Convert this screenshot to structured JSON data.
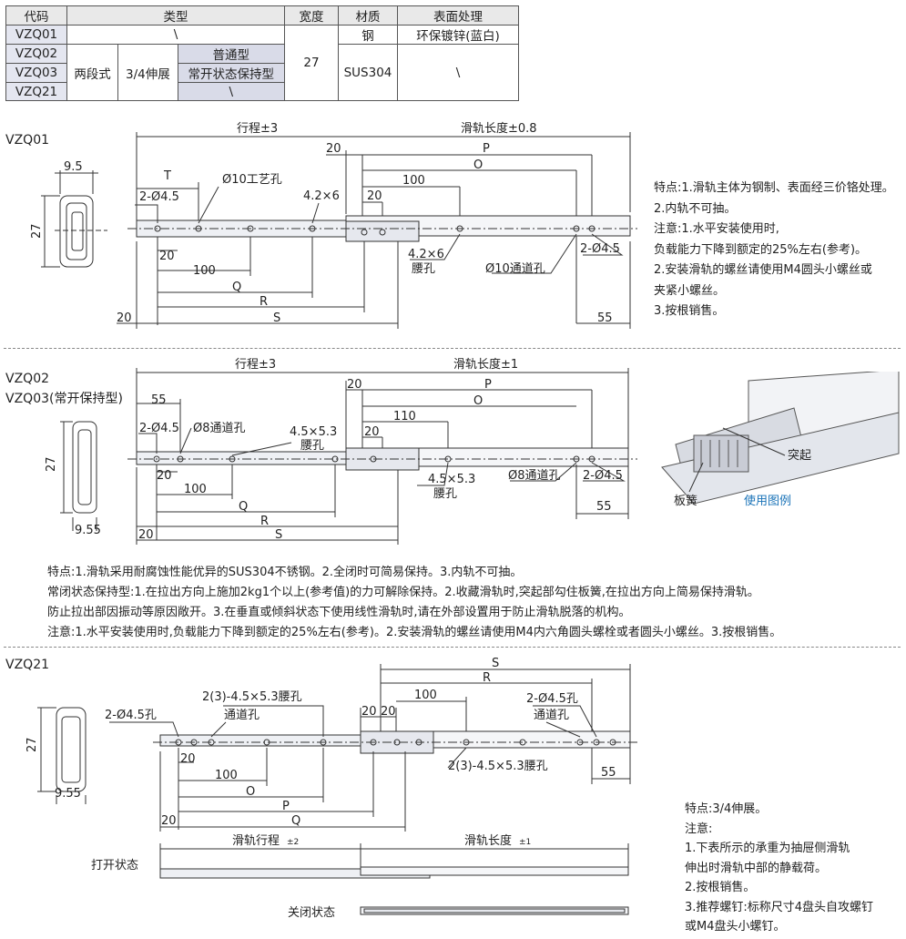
{
  "table": {
    "headers": [
      "代码",
      "类型",
      "宽度",
      "材质",
      "表面处理"
    ],
    "codes": [
      "VZQ01",
      "VZQ02",
      "VZQ03",
      "VZQ21"
    ],
    "type_col1": "两段式",
    "type_col2": "3/4伸展",
    "type_vzq02": "普通型",
    "type_vzq03": "常开状态保持型",
    "slash": "\\",
    "width": "27",
    "material_vzq01": "钢",
    "material_rest": "SUS304",
    "finish_vzq01": "环保镀锌(蓝白)"
  },
  "s1": {
    "title": "VZQ01",
    "stroke": "行程±3",
    "length": "滑轨长度±0.8",
    "d95": "9.5",
    "d27": "27",
    "dT": "T",
    "hole2": "2-Ø4.5",
    "hole10": "Ø10工艺孔",
    "slot": "4.2×6",
    "d20": "20",
    "d100": "100",
    "dQ": "Q",
    "dR": "R",
    "dS": "S",
    "dP": "P",
    "dO": "O",
    "d55": "55",
    "slot_label": "4.2×6",
    "slot_word": "腰孔",
    "pass10": "Ø10通道孔",
    "hole2r": "2-Ø4.5",
    "notes": [
      "特点:1.滑轨主体为钢制、表面经三价铬处理。",
      "2.内轨不可抽。",
      "注意:1.水平安装使用时,",
      "负载能力下降到额定的25%左右(参考)。",
      "2.安装滑轨的螺丝请使用M4圆头小螺丝或",
      "夹紧小螺丝。",
      "3.按根销售。"
    ]
  },
  "s2": {
    "title1": "VZQ02",
    "title2": "VZQ03(常开保持型)",
    "stroke": "行程±3",
    "length": "滑轨长度±1",
    "d55": "55",
    "hole2": "2-Ø4.5",
    "pass8": "Ø8通道孔",
    "slot": "4.5×5.3",
    "slot_word": "腰孔",
    "d20": "20",
    "d100": "100",
    "d110": "110",
    "dQ": "Q",
    "dR": "R",
    "dS": "S",
    "dP": "P",
    "dO": "O",
    "d27": "27",
    "d955": "9.55",
    "pass8r": "Ø8通道孔",
    "hole2r": "2-Ø4.5",
    "fig_bump": "突起",
    "fig_spring": "板簧",
    "fig_caption": "使用图例",
    "notes": [
      "特点:1.滑轨采用耐腐蚀性能优异的SUS304不锈钢。2.全闭时可简易保持。3.内轨不可抽。",
      "常闭状态保持型:1.在拉出方向上施加2kg1个以上(参考值)的力可解除保持。2.收藏滑轨时,突起部勾住板簧,在拉出方向上简易保持滑轨。",
      "防止拉出部因振动等原因敞开。3.在垂直或倾斜状态下使用线性滑轨时,请在外部设置用于防止滑轨脱落的机构。",
      "注意:1.水平安装使用时,负载能力下降到额定的25%左右(参考)。2.安装滑轨的螺丝请使用M4内六角圆头螺栓或者圆头小螺丝。3.按根销售。"
    ]
  },
  "s3": {
    "title": "VZQ21",
    "d27": "27",
    "d955": "9.55",
    "hole2": "2-Ø4.5孔",
    "slot": "2(3)-4.5×5.3腰孔",
    "pass": "通道孔",
    "dS": "S",
    "dR": "R",
    "d100": "100",
    "d20": "20",
    "hole2r": "2-Ø4.5孔",
    "passr": "通道孔",
    "slotr": "2(3)-4.5×5.3腰孔",
    "dO": "O",
    "dP": "P",
    "dQ": "Q",
    "d55": "55",
    "stroke": "滑轨行程",
    "stroke_tol": "±2",
    "length": "滑轨长度",
    "length_tol": "±1",
    "open": "打开状态",
    "closed": "关闭状态",
    "notes": [
      "特点:3/4伸展。",
      "注意:",
      "1.下表所示的承重为抽屉侧滑轨",
      "伸出时滑轨中部的静载荷。",
      "2.按根销售。",
      "3.推荐螺钉:标称尺寸4盘头自攻螺钉",
      "或M4盘头小螺钉。"
    ]
  }
}
